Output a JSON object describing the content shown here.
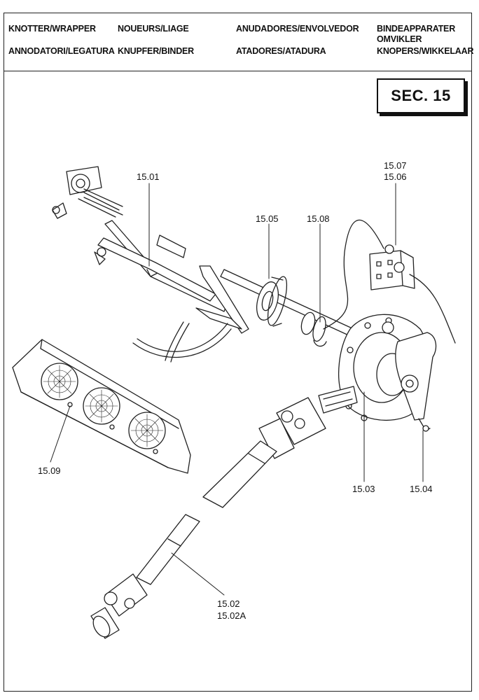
{
  "header": {
    "row1": [
      "KNOTTER/WRAPPER",
      "NOUEURS/LIAGE",
      "ANUDADORES/ENVOLVEDOR",
      "BINDEAPPARATER"
    ],
    "row1b": "OMVIKLER",
    "row2": [
      "ANNODATORI/LEGATURA",
      "KNUPFER/BINDER",
      "ATADORES/ATADURA",
      "KNOPERS/WIKKELAAR"
    ]
  },
  "section_label": "SEC. 15",
  "callouts": {
    "p1501": "15.01",
    "p1502": "15.02",
    "p1502a": "15.02A",
    "p1503": "15.03",
    "p1504": "15.04",
    "p1505": "15.05",
    "p1506": "15.06",
    "p1507": "15.07",
    "p1508": "15.08",
    "p1509": "15.09"
  }
}
